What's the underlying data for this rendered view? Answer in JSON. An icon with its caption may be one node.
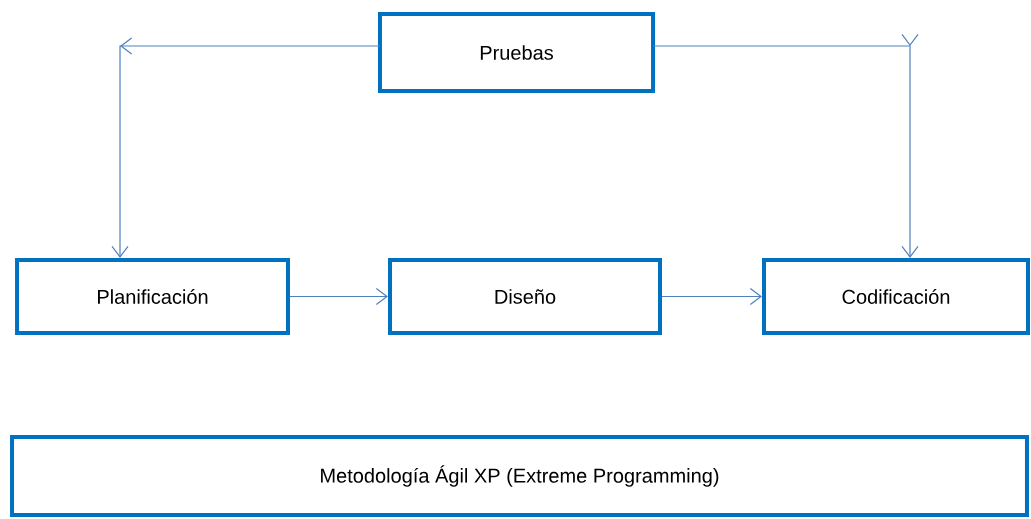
{
  "diagram": {
    "nodes": [
      {
        "text": [
          "Pruebas"
        ]
      },
      {
        "text": [
          "Planificación"
        ]
      },
      {
        "text": [
          "Diseño"
        ]
      },
      {
        "text": [
          "Codificación"
        ]
      },
      {
        "text": [
          "Metodología Ágil XP (Extreme Programming)"
        ]
      }
    ],
    "edges": [
      {
        "from": 0,
        "to": 1,
        "arrow": "to"
      },
      {
        "from": 0,
        "to": 3,
        "arrow": "to"
      },
      {
        "from": 1,
        "to": 2,
        "arrow": "to"
      },
      {
        "from": 2,
        "to": 3,
        "arrow": "to"
      }
    ]
  }
}
